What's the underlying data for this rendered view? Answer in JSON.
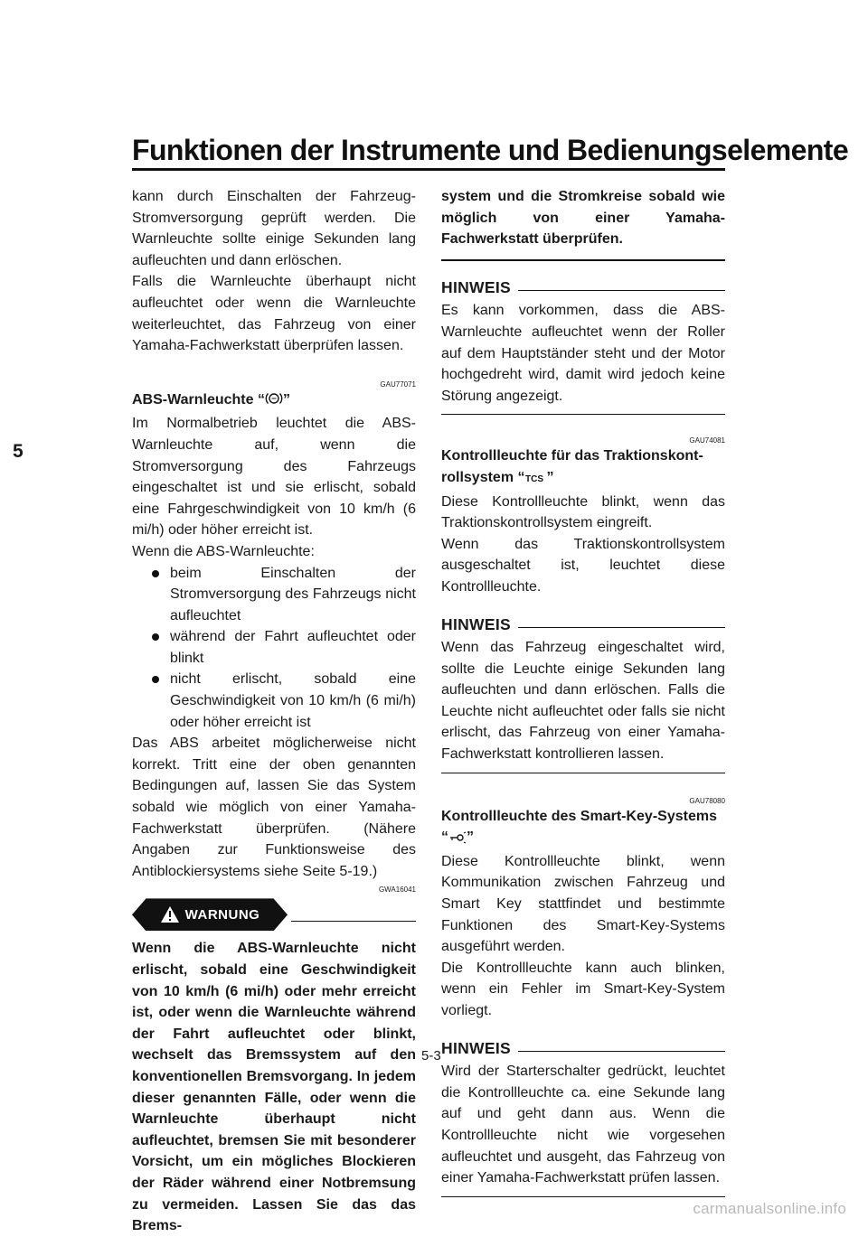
{
  "header": {
    "title": "Funktionen der Instrumente und Bedienungselemente"
  },
  "chapter_tab": "5",
  "page_number": "5-3",
  "watermark": "carmanualsonline.info",
  "left": {
    "intro_p1": "kann durch Einschalten der Fahrzeug-Stromversorgung geprüft werden. Die Warnleuchte sollte einige Sekunden lang aufleuchten und dann erlöschen.",
    "intro_p2": "Falls die Warnleuchte überhaupt nicht aufleuchtet oder wenn die Warnleuchte weiterleuchtet, das Fahrzeug von einer Yamaha-Fachwerkstatt überprüfen lassen.",
    "abs_code": "GAU77071",
    "abs_heading_prefix": "ABS-Warnleuchte “",
    "abs_heading_suffix": "”",
    "abs_icon": "abs-warning-icon",
    "abs_p1": "Im Normalbetrieb leuchtet die ABS-Warnleuchte auf, wenn die Stromversorgung des Fahrzeugs eingeschaltet ist und sie erlischt, sobald eine Fahrgeschwindigkeit von 10 km/h (6 mi/h) oder höher erreicht ist.",
    "abs_p2": "Wenn die ABS-Warnleuchte:",
    "bullets": [
      "beim Einschalten der Stromversorgung des Fahrzeugs nicht aufleuchtet",
      "während der Fahrt aufleuchtet oder blinkt",
      "nicht erlischt, sobald eine Geschwindigkeit von 10 km/h (6 mi/h) oder höher erreicht ist"
    ],
    "abs_p3": "Das ABS arbeitet möglicherweise nicht korrekt. Tritt eine der oben genannten Bedingungen auf, lassen Sie das System sobald wie möglich von einer Yamaha-Fachwerkstatt überprüfen. (Nähere Angaben zur Funktionsweise des Antiblockiersystems siehe Seite 5-19.)",
    "warn_code": "GWA16041",
    "warn_label": "WARNUNG",
    "warn_text": "Wenn die ABS-Warnleuchte nicht erlischt, sobald eine Geschwindigkeit von 10 km/h (6 mi/h) oder mehr erreicht ist, oder wenn die Warnleuchte während der Fahrt aufleuchtet oder blinkt, wechselt das Bremssystem auf den konventionellen Bremsvorgang. In jedem dieser genannten Fälle, oder wenn die Warnleuchte überhaupt nicht aufleuchtet, bremsen Sie mit besonderer Vorsicht, um ein mögliches Blockieren der Räder während einer Notbremsung zu vermeiden. Lassen Sie das das Brems-"
  },
  "right": {
    "warn_cont": "system und die Stromkreise sobald wie möglich von einer Yamaha-Fachwerkstatt überprüfen.",
    "note_label": "HINWEIS",
    "note1": "Es kann vorkommen, dass die ABS-Warnleuchte aufleuchtet wenn der Roller auf dem Hauptständer steht und der Motor hochgedreht wird, damit wird jedoch keine Störung angezeigt.",
    "tcs_code": "GAU74081",
    "tcs_heading_line1": "Kontrollleuchte für das Traktionskont-",
    "tcs_heading_line2_prefix": "rollsystem “",
    "tcs_heading_line2_suffix": "”",
    "tcs_icon": "tcs-icon",
    "tcs_p1": "Diese Kontrollleuchte blinkt, wenn das Traktionskontrollsystem eingreift.",
    "tcs_p2": "Wenn das Traktionskontrollsystem ausgeschaltet ist, leuchtet diese Kontrollleuchte.",
    "note2": "Wenn das Fahrzeug eingeschaltet wird, sollte die Leuchte einige Sekunden lang aufleuchten und dann erlöschen. Falls die Leuchte nicht aufleuchtet oder falls sie nicht erlischt, das Fahrzeug von einer Yamaha-Fachwerkstatt kontrollieren lassen.",
    "key_code": "GAU78080",
    "key_heading_line1": "Kontrollleuchte des Smart-Key-Systems",
    "key_heading_line2_prefix": "“",
    "key_heading_line2_suffix": "”",
    "key_icon": "smart-key-icon",
    "key_p1": "Diese Kontrollleuchte blinkt, wenn Kommunikation zwischen Fahrzeug und Smart Key stattfindet und bestimmte Funktionen des Smart-Key-Systems ausgeführt werden.",
    "key_p2": "Die Kontrollleuchte kann auch blinken, wenn ein Fehler im Smart-Key-System vorliegt.",
    "note3": "Wird der Starterschalter gedrückt, leuchtet die Kontrollleuchte ca. eine Sekunde lang auf und geht dann aus. Wenn die Kontrollleuchte nicht wie vorgesehen aufleuchtet und ausgeht, das Fahrzeug von einer Yamaha-Fachwerkstatt prüfen lassen."
  }
}
